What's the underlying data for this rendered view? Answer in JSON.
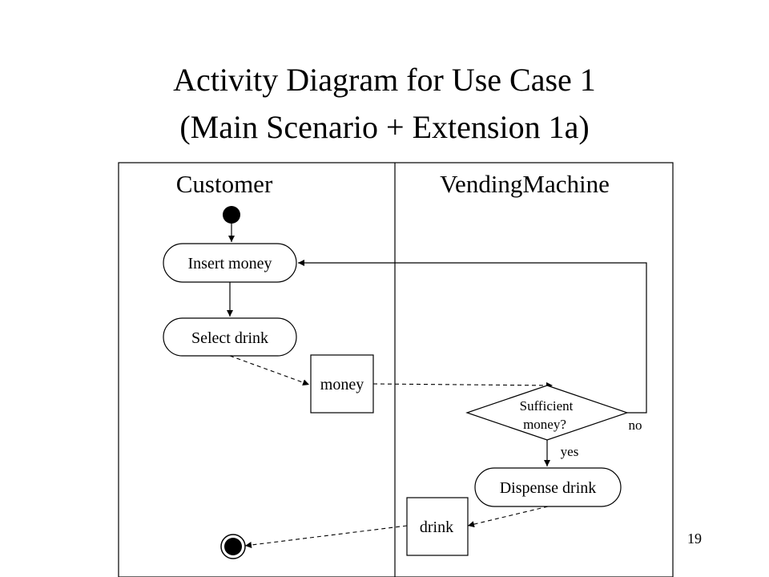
{
  "title_line1": "Activity Diagram for Use Case 1",
  "title_line2": "(Main Scenario + Extension 1a)",
  "slide_number": "19",
  "swimlanes": {
    "left": "Customer",
    "right": "VendingMachine"
  },
  "actions": {
    "insert_money": "Insert money",
    "select_drink": "Select drink",
    "dispense_drink": "Dispense drink"
  },
  "objects": {
    "money": "money",
    "drink": "drink"
  },
  "decision": {
    "line1": "Sufficient",
    "line2": "money?",
    "yes_label": "yes",
    "no_label": "no"
  }
}
